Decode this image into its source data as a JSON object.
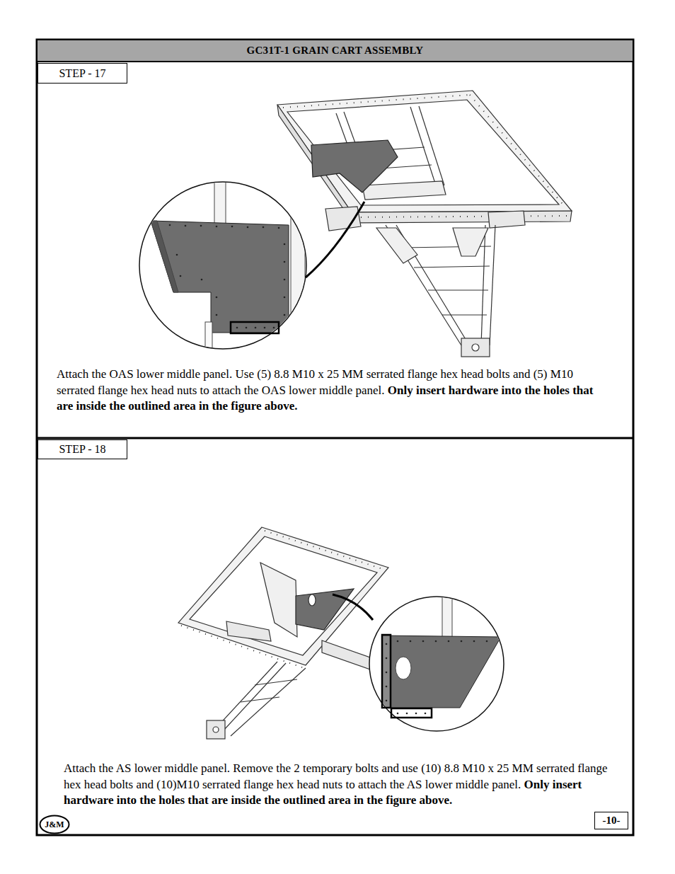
{
  "diagram": {
    "title": "GC31T-1 GRAIN CART ASSEMBLY",
    "nodes": [
      {
        "text": [
          "Attach the OAS lower middle panel. Use (5) 8.8 M10 x 25 MM serrated flange hex head bolts and (5) M10 serrated flange hex head nuts to attach the OAS lower middle panel.",
          "Only insert hardware into the holes that are inside the outlined area in the figure above."
        ]
      },
      {
        "text": [
          "STEP - 17"
        ],
        "in": 0
      },
      {
        "text": [
          "Attach the AS lower middle panel. Remove the 2 temporary bolts and use (10) 8.8 M10 x 25 MM serrated flange hex head bolts and (10)M10 serrated flange hex head nuts to attach the AS lower middle panel.",
          "Only insert hardware into the holes that are inside the outlined area in the figure above."
        ]
      },
      {
        "text": [
          "STEP - 18"
        ],
        "in": 2
      },
      {
        "text": [
          "-10-"
        ]
      },
      {
        "text": [
          "J&M"
        ]
      }
    ]
  }
}
